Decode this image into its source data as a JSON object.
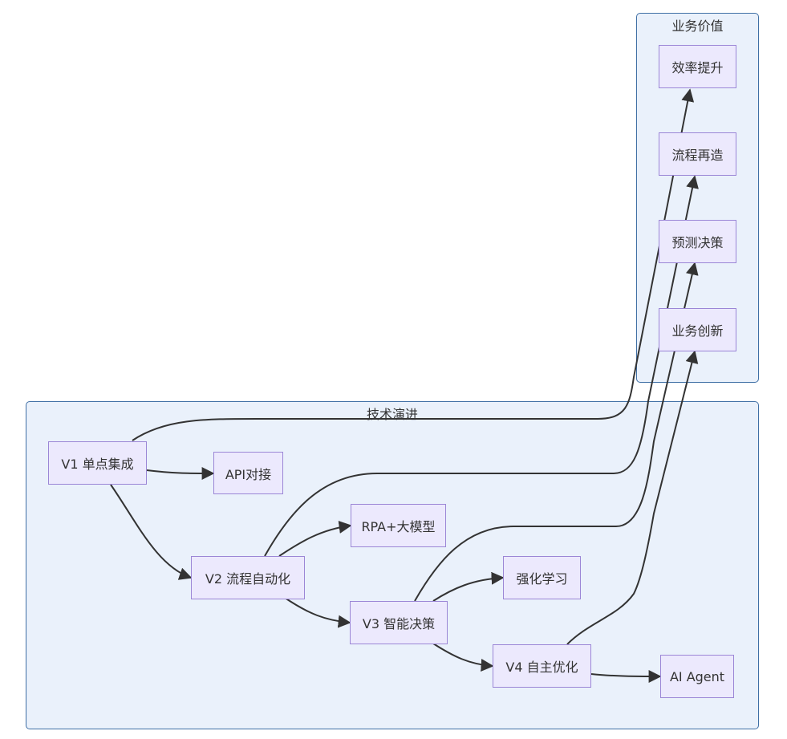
{
  "clusters": {
    "value": "业务价值",
    "tech": "技术演进"
  },
  "nodes": {
    "v1": "V1 单点集成",
    "api": "API对接",
    "v2": "V2 流程自动化",
    "rpa": "RPA+大模型",
    "v3": "V3 智能决策",
    "rl": "强化学习",
    "v4": "V4 自主优化",
    "agent": "AI Agent",
    "eff": "效率提升",
    "flow": "流程再造",
    "pred": "预测决策",
    "innov": "业务创新"
  },
  "edges": [
    {
      "from": "V1 单点集成",
      "to": "API对接"
    },
    {
      "from": "V1 单点集成",
      "to": "V2 流程自动化"
    },
    {
      "from": "V2 流程自动化",
      "to": "RPA+大模型"
    },
    {
      "from": "V2 流程自动化",
      "to": "V3 智能决策"
    },
    {
      "from": "V3 智能决策",
      "to": "强化学习"
    },
    {
      "from": "V3 智能决策",
      "to": "V4 自主优化"
    },
    {
      "from": "V4 自主优化",
      "to": "AI Agent"
    },
    {
      "from": "V1 单点集成",
      "to": "效率提升"
    },
    {
      "from": "V2 流程自动化",
      "to": "流程再造"
    },
    {
      "from": "V3 智能决策",
      "to": "预测决策"
    },
    {
      "from": "V4 自主优化",
      "to": "业务创新"
    }
  ],
  "colors": {
    "cluster_fill": "#eaf1fb",
    "cluster_border": "#3f6fa5",
    "node_fill": "#ece9fd",
    "node_border": "#9b86d6",
    "edge": "#333333"
  }
}
